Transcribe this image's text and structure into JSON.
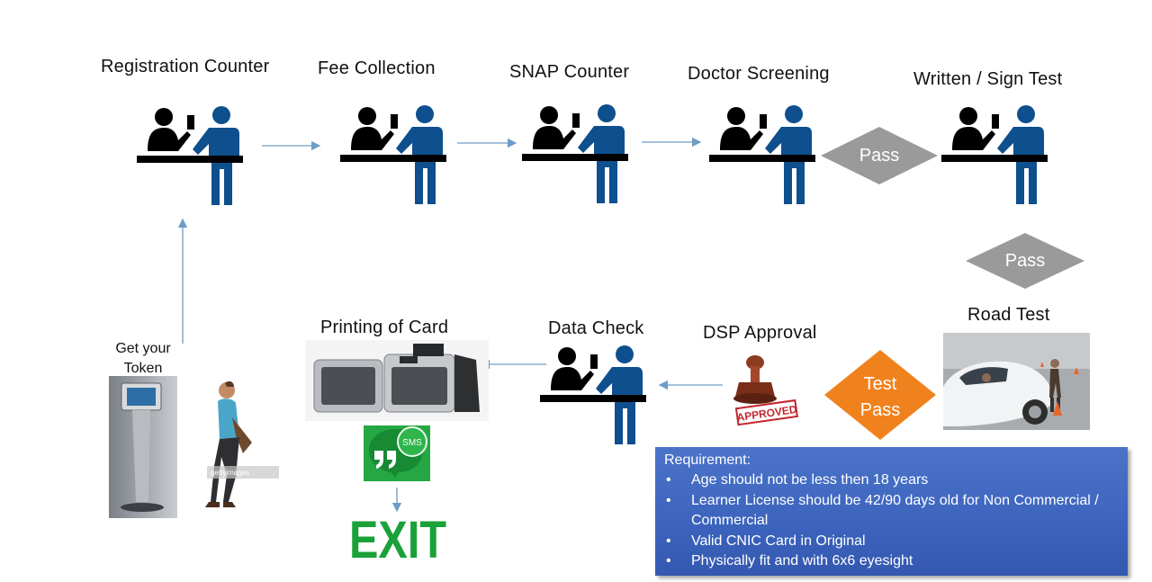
{
  "stages": {
    "registration": "Registration Counter",
    "fee": "Fee Collection",
    "snap": "SNAP Counter",
    "doctor": "Doctor Screening",
    "written": "Written / Sign Test",
    "road": "Road Test",
    "dsp": "DSP Approval",
    "datacheck": "Data Check",
    "printing": "Printing of Card",
    "token": "Get your Token"
  },
  "decisions": {
    "pass1": "Pass",
    "pass2": "Pass",
    "test_pass_line1": "Test",
    "test_pass_line2": "Pass"
  },
  "stamp_text": "APPROVED",
  "sms_text": "SMS",
  "exit_text": "EXIT",
  "watermark_text": "gettyimages",
  "requirements": {
    "title": "Requirement:",
    "items": [
      "Age should not be less then 18 years",
      "Learner License should be 42/90 days old for  Non Commercial / Commercial",
      "Valid CNIC Card in Original",
      "Physically fit and with 6x6 eyesight"
    ]
  },
  "colors": {
    "staff_blue": "#0e4f8e",
    "arrow": "#6d9cc7",
    "diamond_gray": "#9a9a9a",
    "diamond_orange": "#f0821e",
    "exit_green": "#1aa13a",
    "req_box": "#4169c4"
  }
}
